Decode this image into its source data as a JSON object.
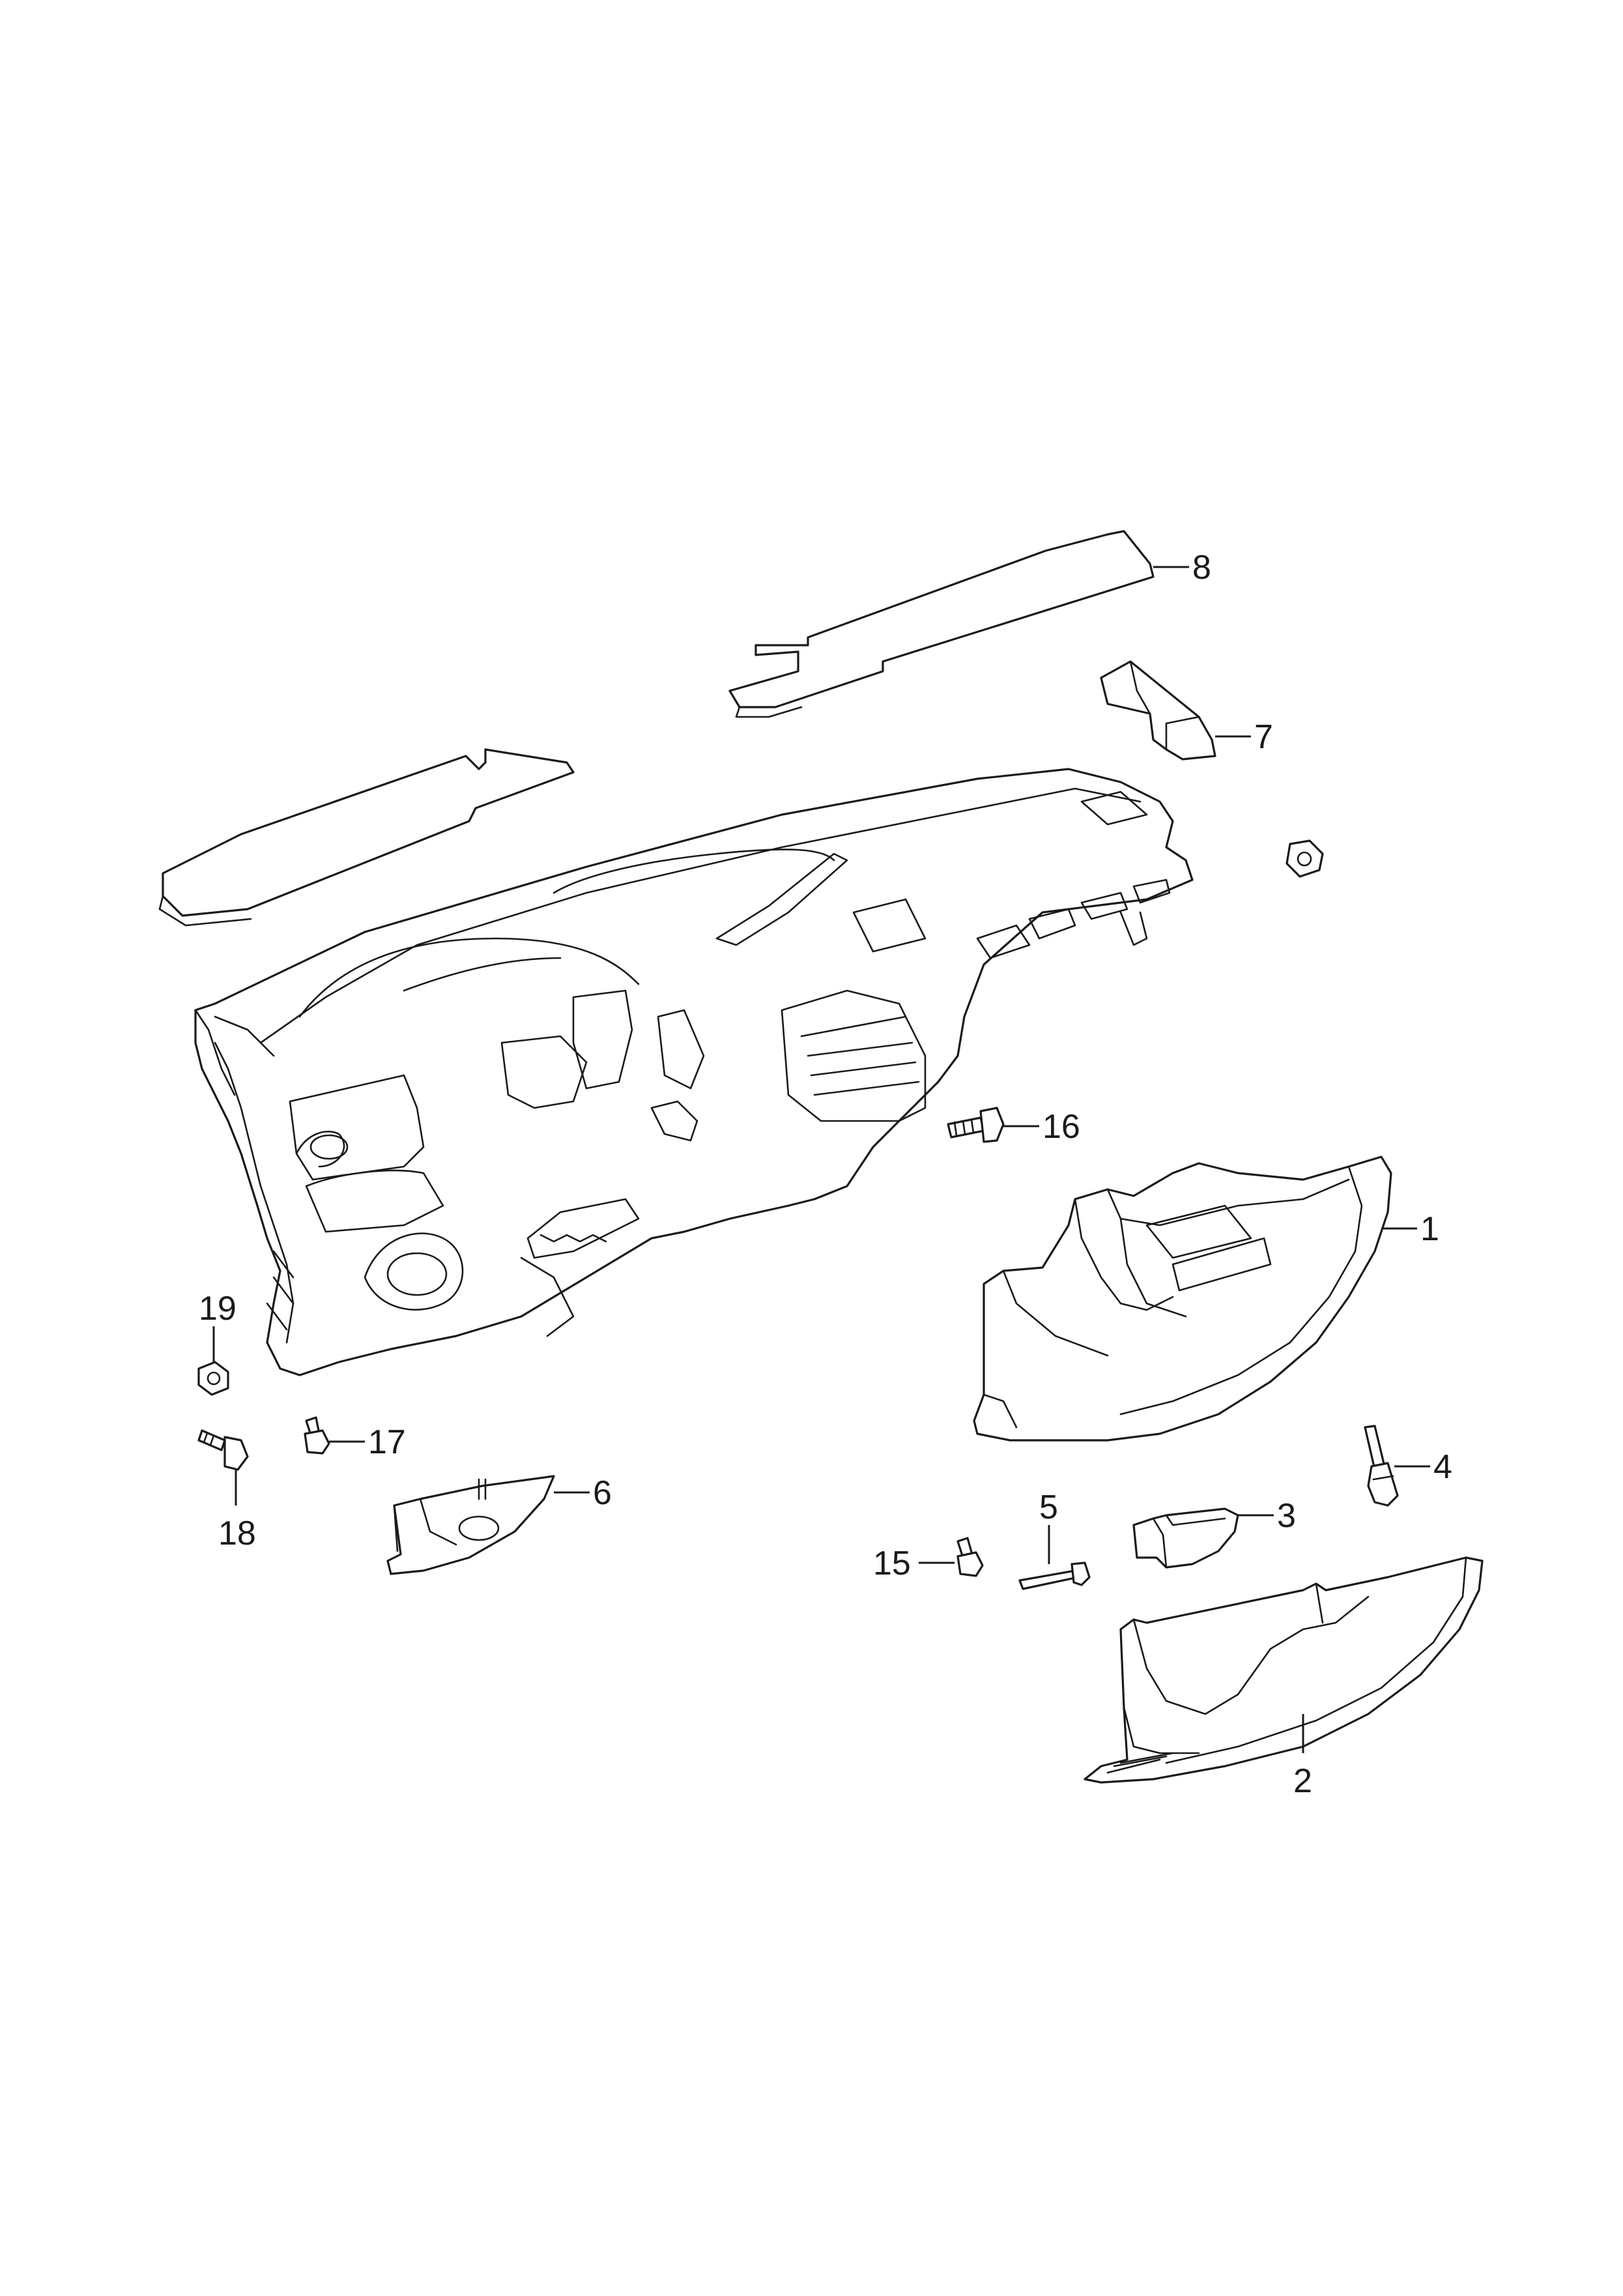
{
  "callouts": {
    "c1": "1",
    "c2": "2",
    "c3": "3",
    "c4": "4",
    "c5": "5",
    "c6": "6",
    "c7": "7",
    "c8": "8",
    "c15": "15",
    "c16": "16",
    "c17": "17",
    "c18": "18",
    "c19": "19"
  },
  "colors": {
    "line": "#1a1a1a",
    "background": "#ffffff"
  }
}
